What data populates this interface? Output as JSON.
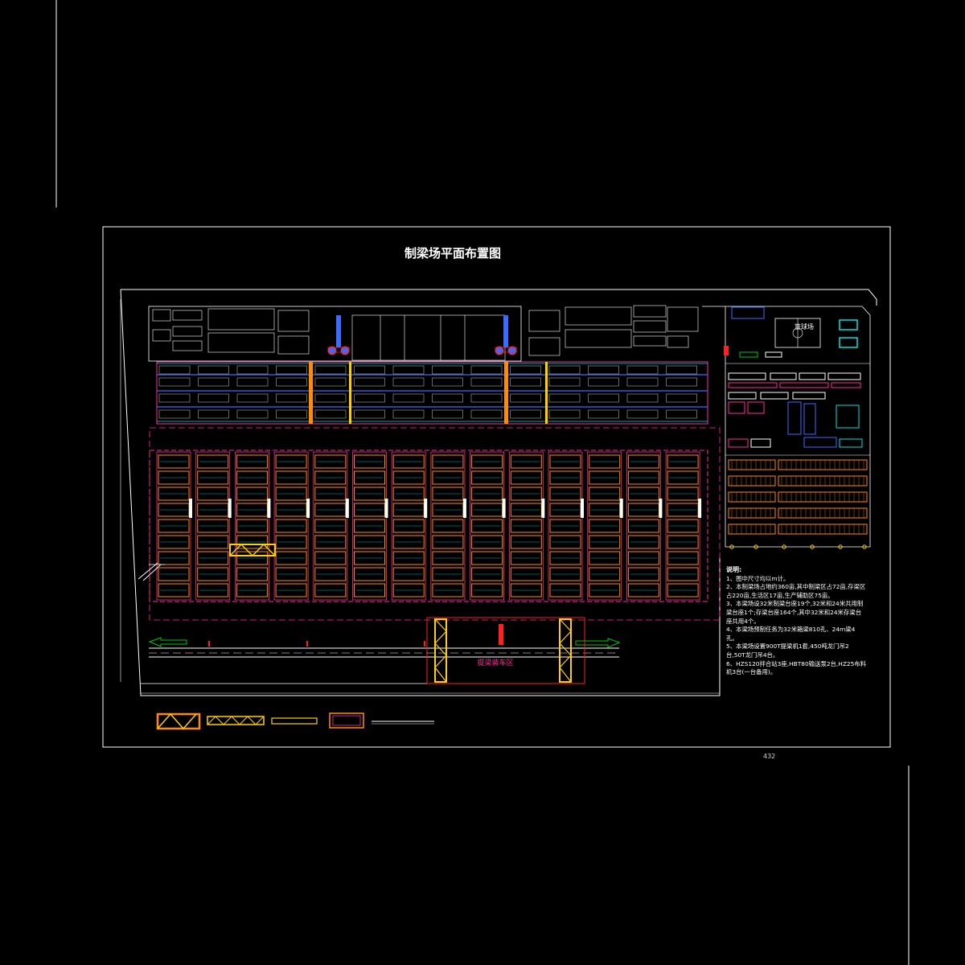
{
  "title": "制梁场平面布置图",
  "page_number": "432",
  "notes": {
    "heading": "说明:",
    "lines": [
      "1、图中尺寸均以m计。",
      "2、本制梁场占地约360亩,其中制梁区占72亩,存梁区占220亩,生活区17亩,生产辅助区75亩。",
      "3、本梁场设32米制梁台座19个,32米和24米共用制梁台座1个;存梁台座164个,其中32米和24米存梁台座共用4个。",
      "4、本梁场预制任务为32米箱梁810孔、24m梁4孔。",
      "5、本梁场设置900T提梁机1套,450吨龙门吊2台,50T龙门吊4台。",
      "6、HZS120拌合站3座,HBT80输送泵2台,HZ25布料机3台(一台备用)。"
    ]
  },
  "regions": {
    "car_yard": "提梁装车区",
    "basketball": "篮球场"
  },
  "colors": {
    "pink": "#ff2d9a",
    "orange": "#ff8c00",
    "yellow": "#ffd000",
    "blue": "#3b6cff",
    "cyan": "#00e0e0",
    "white": "#ffffff",
    "red": "#ff2020",
    "green": "#00c800"
  }
}
